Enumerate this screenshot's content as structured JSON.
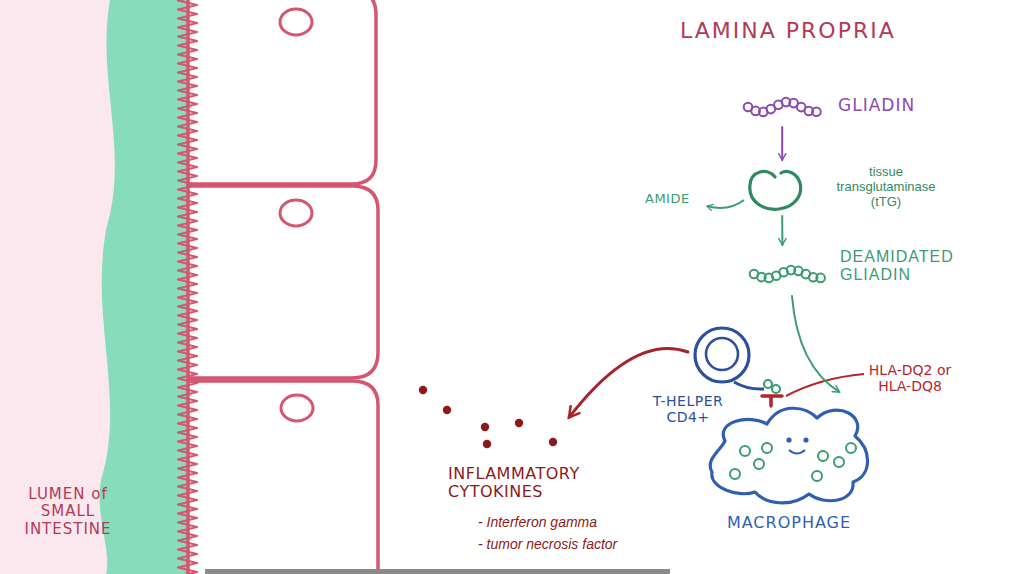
{
  "diagram": {
    "nodes": [
      {
        "text": [
          "GLIADIN"
        ]
      },
      {
        "text": [
          "tissue transglutaminase (tTG)"
        ]
      },
      {
        "text": [
          "DEAMIDATED GLIADIN"
        ]
      },
      {
        "text": [
          "T-HELPER CD4+"
        ]
      },
      {
        "text": [
          "MACROPHAGE"
        ]
      },
      {
        "text": [
          "INFLAMMATORY CYTOKINES",
          "- Interferon gamma",
          "- tumor necrosis factor"
        ]
      }
    ],
    "edges": [
      {
        "from": 0,
        "to": 1,
        "arrow": "to"
      },
      {
        "from": 1,
        "to": 2,
        "arrow": "to"
      },
      {
        "from": 2,
        "to": 4,
        "arrow": "to"
      },
      {
        "from": 3,
        "to": 5,
        "arrow": "to"
      }
    ],
    "labels": [
      "LUMEN of SMALL INTESTINE",
      "LAMINA PROPRIA",
      "AMIDE",
      "HLA-DQ2 or HLA-DQ8"
    ]
  }
}
